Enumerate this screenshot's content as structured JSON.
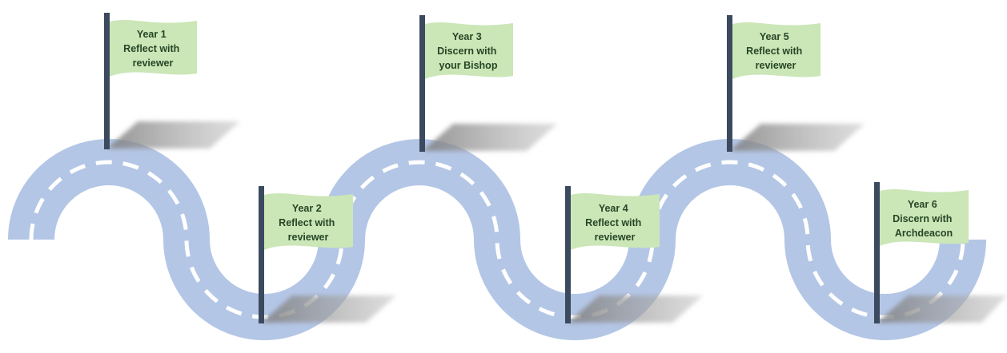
{
  "colors": {
    "road": "#b4c6e6",
    "dash": "#ffffff",
    "pole": "#3b4a5e",
    "flag": "#cbe6b7",
    "flag_text": "#264626",
    "shadow": "#9a9a9a"
  },
  "milestones": [
    {
      "year": "Year 1",
      "line1": "Reflect with",
      "line2": "reviewer"
    },
    {
      "year": "Year 2",
      "line1": "Reflect with",
      "line2": "reviewer"
    },
    {
      "year": "Year 3",
      "line1": "Discern with",
      "line2": "your Bishop"
    },
    {
      "year": "Year 4",
      "line1": "Reflect with",
      "line2": "reviewer"
    },
    {
      "year": "Year 5",
      "line1": "Reflect with",
      "line2": "reviewer"
    },
    {
      "year": "Year 6",
      "line1": "Discern with",
      "line2": "Archdeacon"
    }
  ]
}
